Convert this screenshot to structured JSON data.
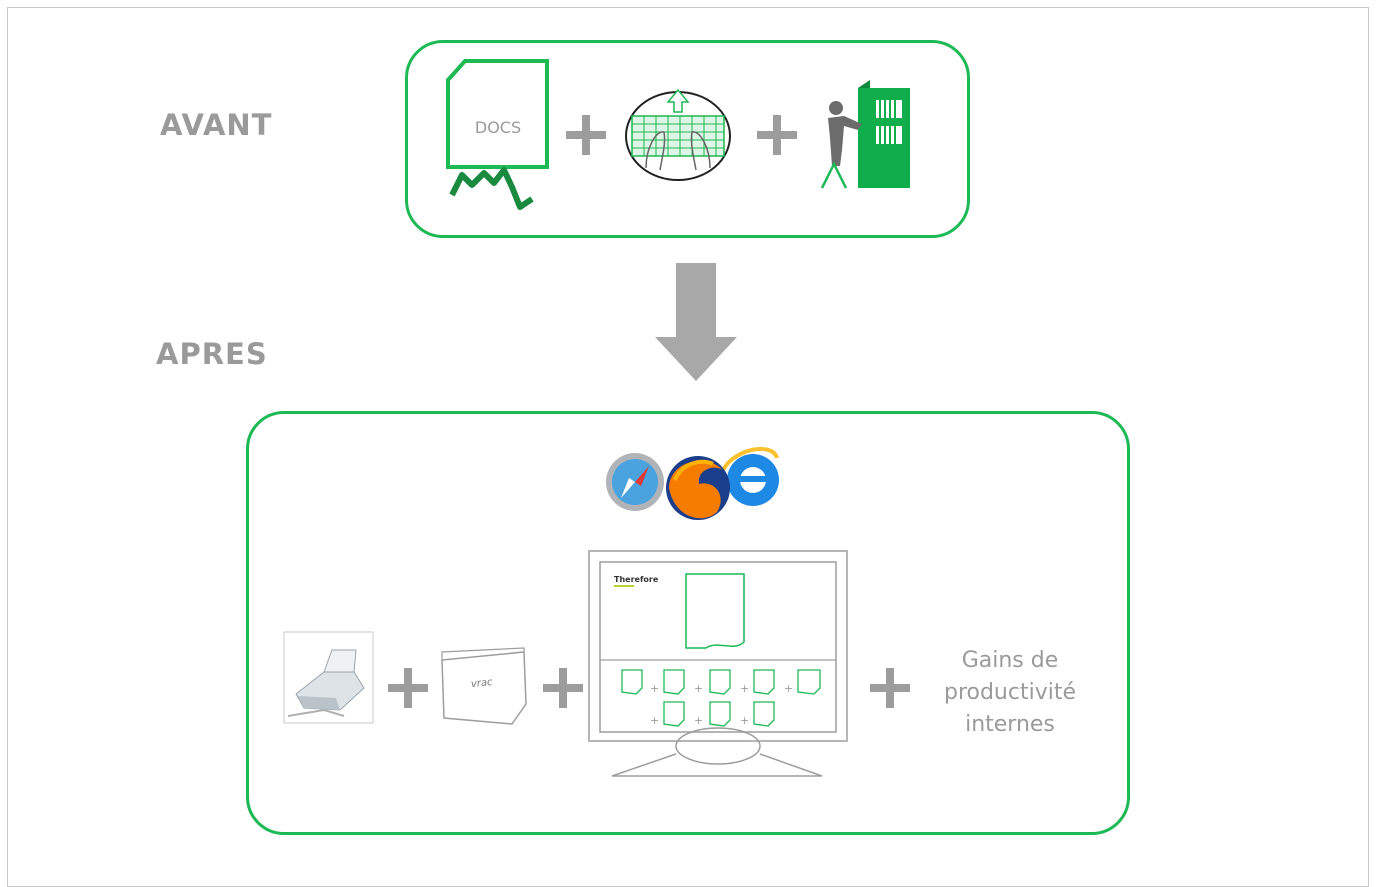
{
  "labels": {
    "before": "AVANT",
    "after": "APRES"
  },
  "before_row": {
    "docs_label": "DOCS"
  },
  "after_row": {
    "box_label": "vrac",
    "screen_brand": "Therefore",
    "outcome": "Gains de productivité internes"
  },
  "icons": [
    "walking-document-icon",
    "manual-keyboard-icon",
    "archivist-cabinet-icon",
    "arrow-down-icon",
    "browser-logos-icon",
    "scanner-icon",
    "box-icon",
    "monitor-icon"
  ],
  "colors": {
    "accent": "#1db954",
    "gray": "#9d9d9d"
  }
}
